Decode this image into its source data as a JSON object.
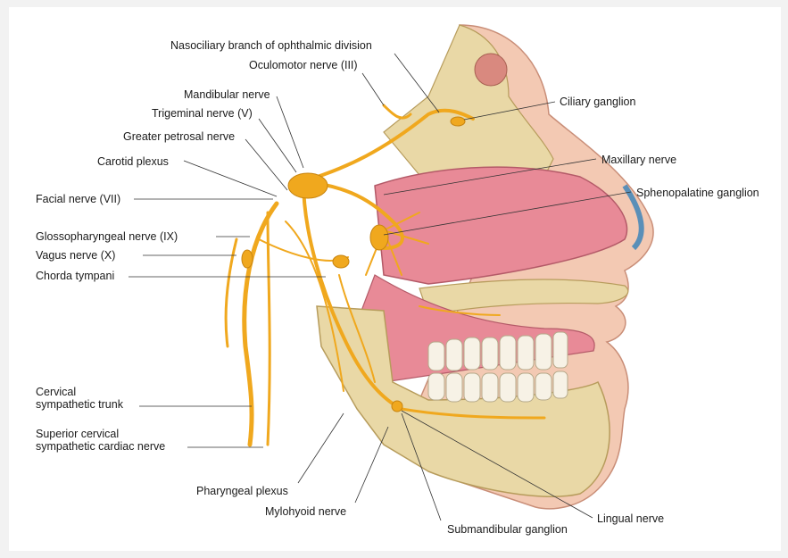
{
  "labels": {
    "nasociliary": "Nasociliary branch of ophthalmic division",
    "oculomotor": "Oculomotor nerve (III)",
    "mandibular": "Mandibular nerve",
    "trigeminal": "Trigeminal nerve (V)",
    "greater_petrosal": "Greater petrosal nerve",
    "carotid_plexus": "Carotid plexus",
    "facial": "Facial nerve (VII)",
    "glossopharyngeal": "Glossopharyngeal nerve (IX)",
    "vagus": "Vagus nerve (X)",
    "chorda_tympani": "Chorda tympani",
    "cervical_sympathetic": "Cervical\nsympathetic trunk",
    "superior_cervical": "Superior cervical\nsympathetic cardiac nerve",
    "pharyngeal_plexus": "Pharyngeal plexus",
    "mylohyoid": "Mylohyoid nerve",
    "submandibular": "Submandibular ganglion",
    "lingual": "Lingual nerve",
    "ciliary": "Ciliary ganglion",
    "maxillary": "Maxillary nerve",
    "sphenopalatine": "Sphenopalatine ganglion"
  },
  "colors": {
    "nerve": "#f0a81e",
    "skin": "#f3c9b3",
    "mucosa": "#e88a97",
    "bone": "#e9d8a6",
    "teeth": "#f7f2e6"
  }
}
